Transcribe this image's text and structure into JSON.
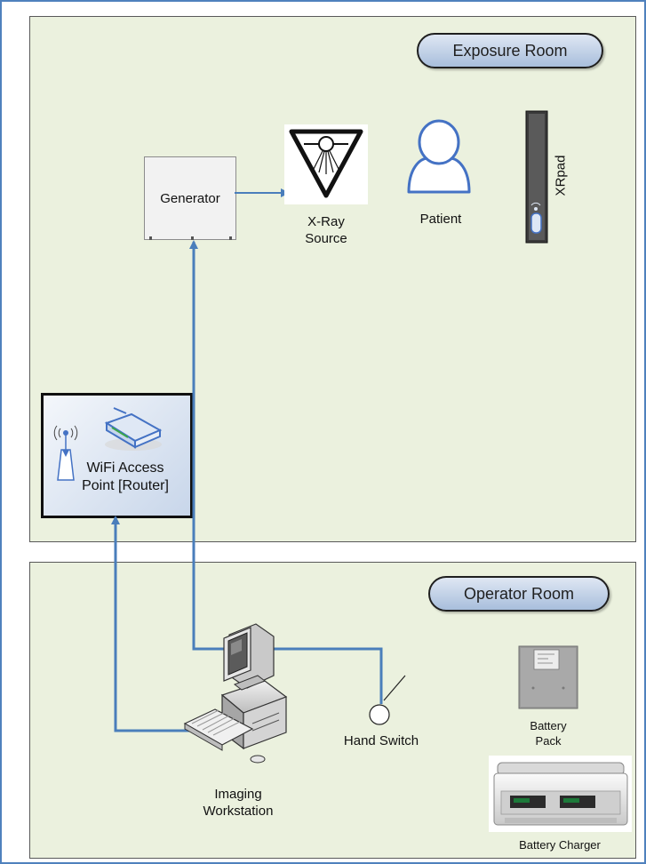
{
  "rooms": {
    "exposure": "Exposure Room",
    "operator": "Operator Room"
  },
  "devices": {
    "generator": "Generator",
    "xray_source": "X-Ray\nSource",
    "patient": "Patient",
    "xrpad": "XRpad",
    "router": "WiFi Access\nPoint [Router]",
    "hand_switch": "Hand Switch",
    "battery_pack": "Battery\nPack",
    "battery_charger": "Battery Charger",
    "workstation": "Imaging\nWorkstation"
  },
  "colors": {
    "room_fill": "#ebf1de",
    "connector": "#4a7ebb",
    "frame": "#4f81bd"
  }
}
